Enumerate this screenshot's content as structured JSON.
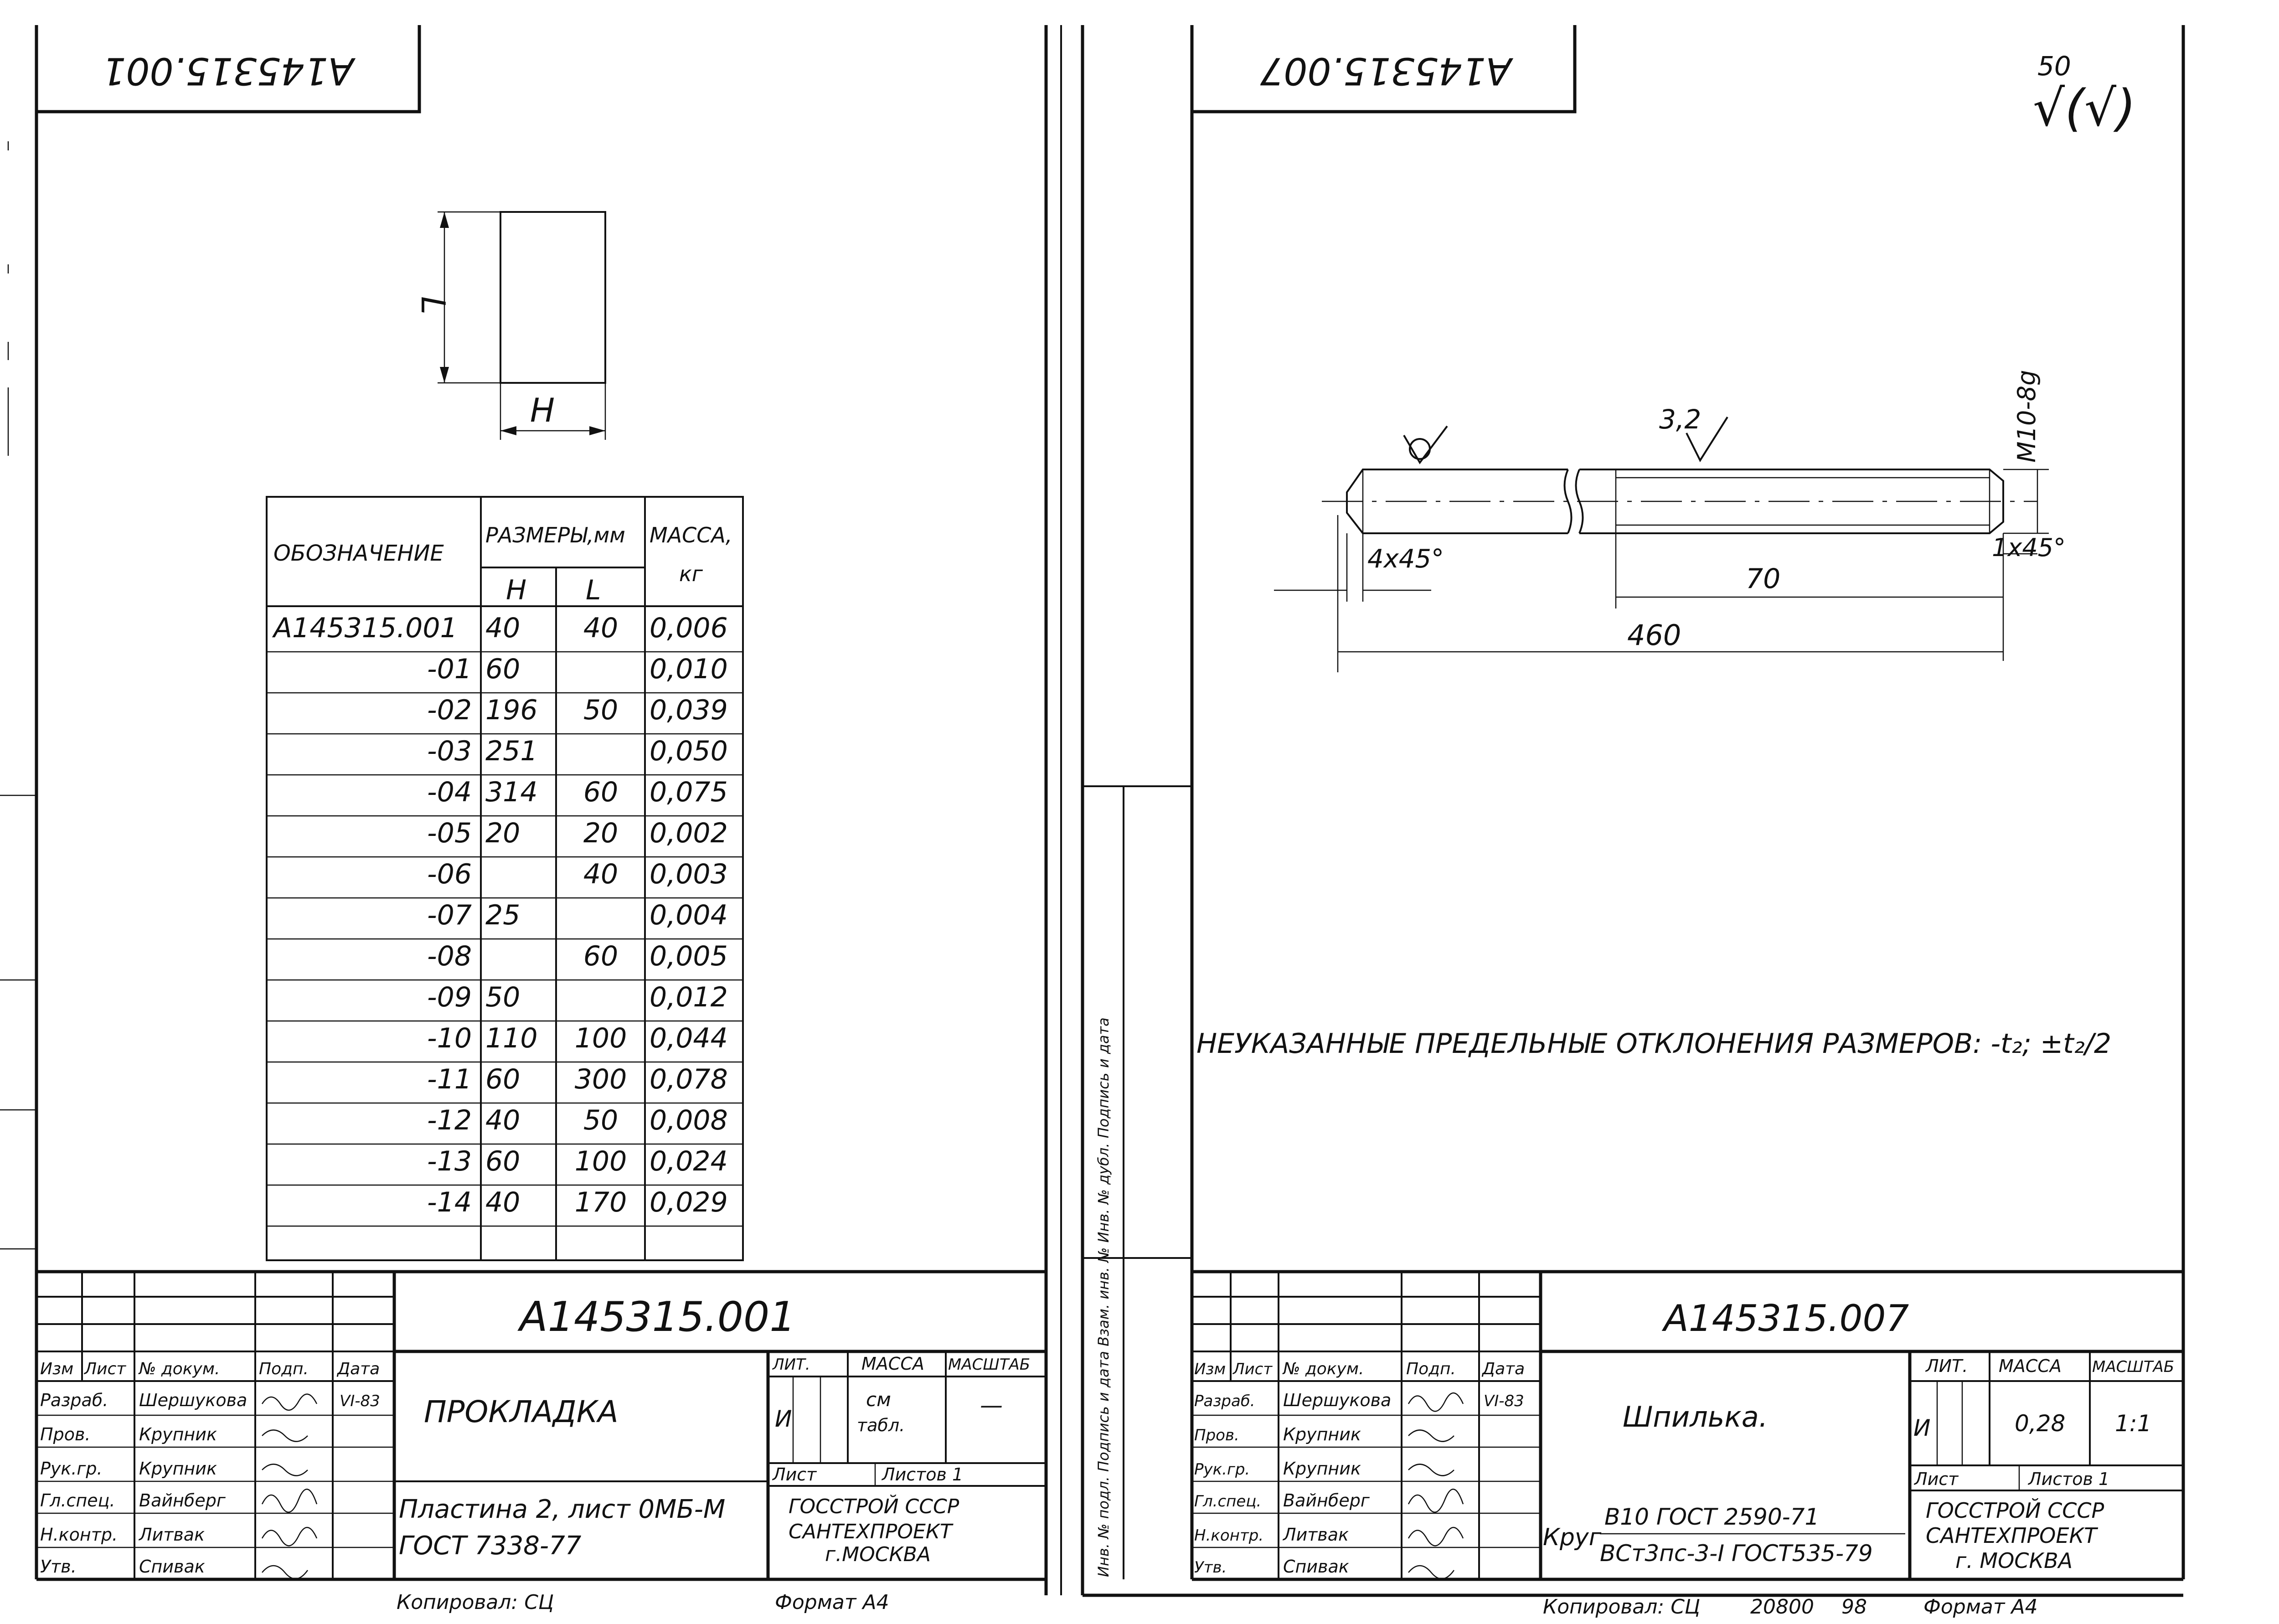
{
  "left_sheet": {
    "stamp_upside_down": "A145315.001",
    "dimension_h": "H",
    "dimension_l": "L",
    "table": {
      "header_designation": "ОБОЗНАЧЕНИЕ",
      "header_dimensions": "РАЗМЕРЫ,мм",
      "header_mass_1": "МАССА,",
      "header_mass_2": "кг",
      "header_h": "H",
      "header_l": "L",
      "rows": [
        {
          "designation": "A145315.001",
          "h": "40",
          "l": "40",
          "mass": "0,006"
        },
        {
          "designation": "-01",
          "h": "60",
          "l": "",
          "mass": "0,010"
        },
        {
          "designation": "-02",
          "h": "196",
          "l": "50",
          "mass": "0,039"
        },
        {
          "designation": "-03",
          "h": "251",
          "l": "",
          "mass": "0,050"
        },
        {
          "designation": "-04",
          "h": "314",
          "l": "60",
          "mass": "0,075"
        },
        {
          "designation": "-05",
          "h": "20",
          "l": "20",
          "mass": "0,002"
        },
        {
          "designation": "-06",
          "h": "",
          "l": "40",
          "mass": "0,003"
        },
        {
          "designation": "-07",
          "h": "25",
          "l": "",
          "mass": "0,004"
        },
        {
          "designation": "-08",
          "h": "",
          "l": "60",
          "mass": "0,005"
        },
        {
          "designation": "-09",
          "h": "50",
          "l": "",
          "mass": "0,012"
        },
        {
          "designation": "-10",
          "h": "110",
          "l": "100",
          "mass": "0,044"
        },
        {
          "designation": "-11",
          "h": "60",
          "l": "300",
          "mass": "0,078"
        },
        {
          "designation": "-12",
          "h": "40",
          "l": "50",
          "mass": "0,008"
        },
        {
          "designation": "-13",
          "h": "60",
          "l": "100",
          "mass": "0,024"
        },
        {
          "designation": "-14",
          "h": "40",
          "l": "170",
          "mass": "0,029"
        }
      ]
    },
    "title_block": {
      "doc_number": "A145315.001",
      "name": "ПРОКЛАДКА",
      "material_1": "Пластина 2, лист 0МБ-М",
      "material_2": "ГОСТ 7338-77",
      "col_lit": "ЛИТ.",
      "col_mass": "МАССА",
      "col_scale": "МАСШТАБ",
      "lit_value": "И",
      "mass_value_1": "см",
      "mass_value_2": "табл.",
      "scale_value": "—",
      "sheet": "Лист",
      "sheets": "Листов 1",
      "org_1": "ГОССТРОЙ СССР",
      "org_2": "САНТЕХПРОЕКТ",
      "org_3": "г.МОСКВА",
      "head_izm": "Изм",
      "head_list": "Лист",
      "head_doc": "№ докум.",
      "head_sign": "Подп.",
      "head_date": "Дата",
      "roles": [
        "Разраб.",
        "Пров.",
        "Рук.гр.",
        "Гл.спец.",
        "Н.контр.",
        "Утв."
      ],
      "names": [
        "Шершукова",
        "Крупник",
        "Крупник",
        "Вайнберг",
        "Литвак",
        "Спивак"
      ],
      "date": "VI-83",
      "copied": "Копировал: СЦ",
      "format": "Формат А4"
    }
  },
  "right_sheet": {
    "stamp_upside_down": "A145315.007",
    "roughness_top_number": "50",
    "roughness_top_symbol": "√(√)",
    "roughness_thread": "3,2",
    "thread_label": "M10-8g",
    "dim_chamfer_left": "4x45°",
    "dim_chamfer_right": "1x45°",
    "dim_thread_length": "70",
    "dim_total_length": "460",
    "note": "НЕУКАЗАННЫЕ ПРЕДЕЛЬНЫЕ ОТКЛОНЕНИЯ РАЗМЕРОВ: -t₂; ±t₂/2",
    "side_column_text": "Инв. № подл.   Подпись и дата   Взам. инв. №   Инв. № дубл.   Подпись и дата",
    "title_block": {
      "doc_number": "A145315.007",
      "name": "Шпилька.",
      "material_prefix": "Круг",
      "material_1": "В10 ГОСТ 2590-71",
      "material_2": "ВСт3пс-3-I ГОСТ535-79",
      "col_lit": "ЛИТ.",
      "col_mass": "МАССА",
      "col_scale": "МАСШТАБ",
      "lit_value": "И",
      "mass_value": "0,28",
      "scale_value": "1:1",
      "sheet": "Лист",
      "sheets": "Листов 1",
      "org_1": "ГОССТРОЙ СССР",
      "org_2": "САНТЕХПРОЕКТ",
      "org_3": "г. МОСКВА",
      "head_izm": "Изм",
      "head_list": "Лист",
      "head_doc": "№ докум.",
      "head_sign": "Подп.",
      "head_date": "Дата",
      "roles": [
        "Разраб.",
        "Пров.",
        "Рук.гр.",
        "Гл.спец.",
        "Н.контр.",
        "Утв."
      ],
      "names": [
        "Шершукова",
        "Крупник",
        "Крупник",
        "Вайнберг",
        "Литвак",
        "Спивак"
      ],
      "date": "VI-83",
      "copied": "Копировал: СЦ",
      "order": "20800",
      "page": "98",
      "format": "Формат А4"
    }
  }
}
